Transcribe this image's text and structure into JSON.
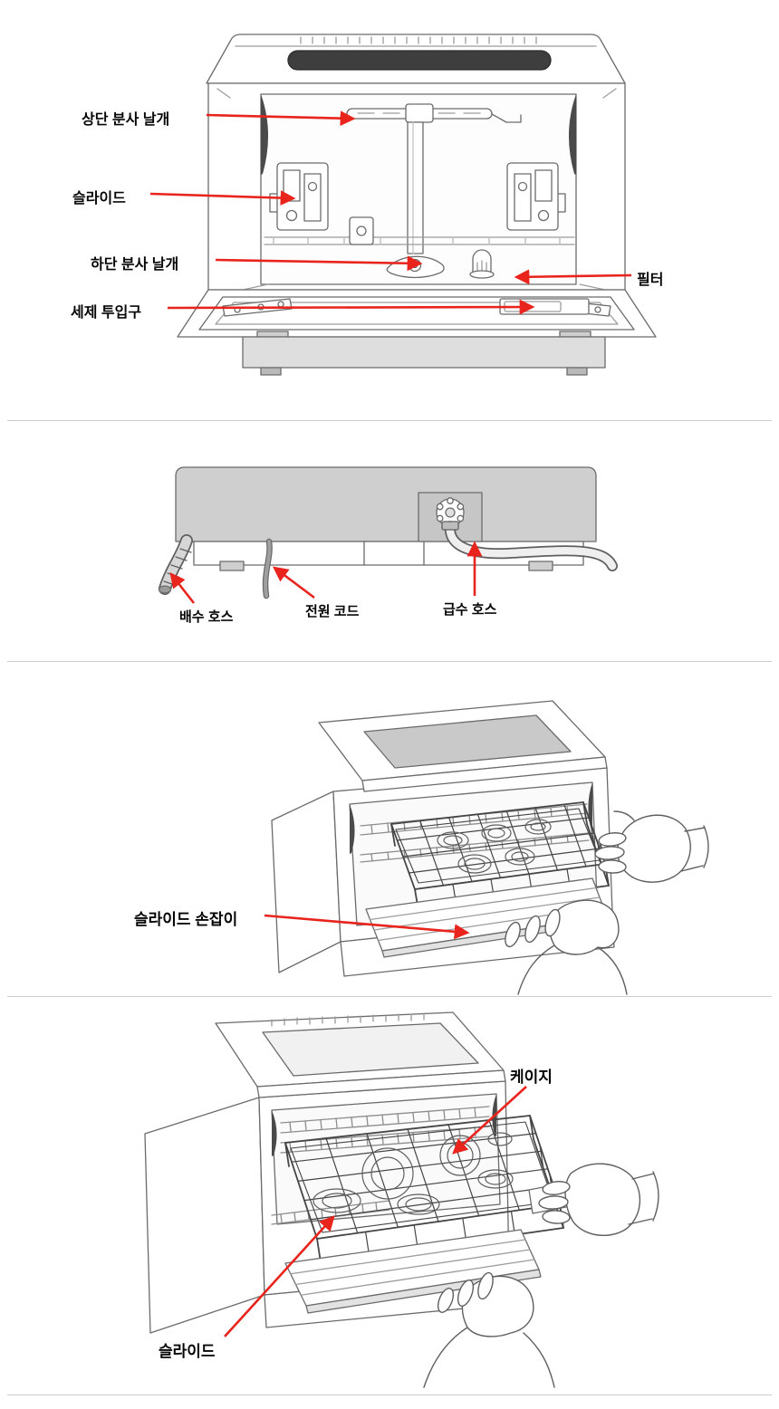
{
  "page": {
    "background": "#ffffff",
    "accent_color": "#e8241d",
    "divider_color": "#cbcbcb",
    "line_color": "#6b6b6b"
  },
  "sections": [
    {
      "name": "interior-front-view",
      "labels": [
        {
          "id": "upper-spray-arm",
          "text": "상단 분사 날개"
        },
        {
          "id": "slide",
          "text": "슬라이드"
        },
        {
          "id": "lower-spray-arm",
          "text": "하단 분사 날개"
        },
        {
          "id": "filter",
          "text": "필터"
        },
        {
          "id": "detergent-inlet",
          "text": "세제 투입구"
        }
      ]
    },
    {
      "name": "rear-hose-view",
      "labels": [
        {
          "id": "drain-hose",
          "text": "배수 호스"
        },
        {
          "id": "power-cord",
          "text": "전원 코드"
        },
        {
          "id": "supply-hose",
          "text": "급수 호스"
        }
      ]
    },
    {
      "name": "slide-handle-view",
      "labels": [
        {
          "id": "slide-handle",
          "text": "슬라이드 손잡이"
        }
      ]
    },
    {
      "name": "cage-slide-view",
      "labels": [
        {
          "id": "cage",
          "text": "케이지"
        },
        {
          "id": "slide",
          "text": "슬라이드"
        }
      ]
    }
  ]
}
